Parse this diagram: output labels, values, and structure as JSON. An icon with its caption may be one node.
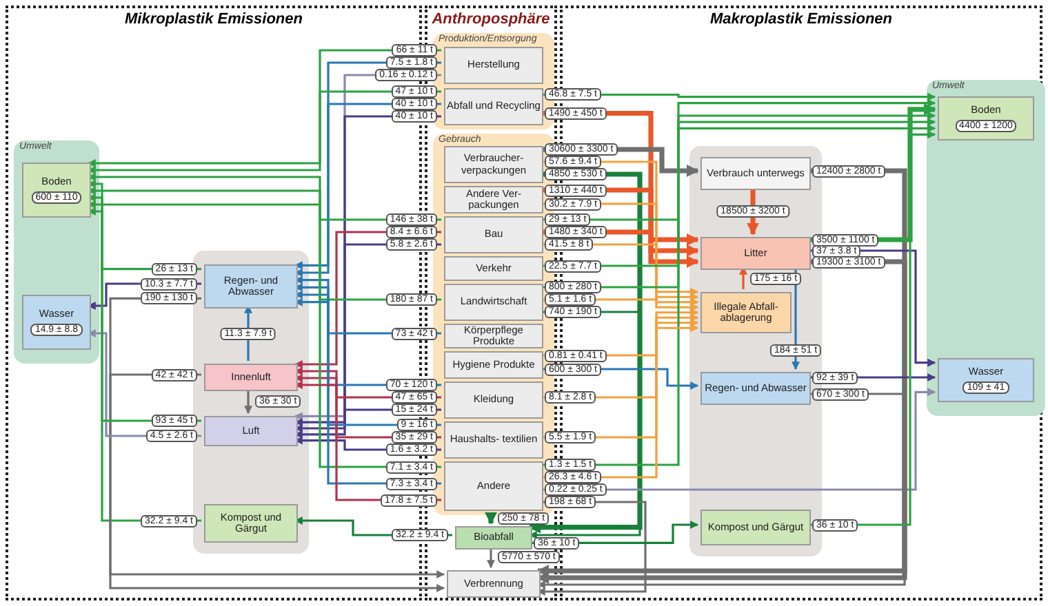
{
  "diagram": {
    "nodes": [
      {
        "text": [
          "Mikroplastik Emissionen"
        ]
      },
      {
        "text": [
          "Umwelt"
        ],
        "in": 0
      },
      {
        "text": [
          "Boden",
          "600 ± 110"
        ],
        "in": 1
      },
      {
        "text": [
          "Wasser",
          "14.9 ± 8.8"
        ],
        "in": 1
      },
      {
        "text": [],
        "shape": "box",
        "in": 0
      },
      {
        "text": [
          "Regen- und Abwasser"
        ],
        "in": 4
      },
      {
        "text": [
          "Innenluft"
        ],
        "in": 4
      },
      {
        "text": [
          "Luft"
        ],
        "in": 4
      },
      {
        "text": [
          "Kompost und Gärgut"
        ],
        "in": 4
      },
      {
        "text": [
          "Anthroposphäre"
        ]
      },
      {
        "text": [
          "Produktion/Entsorgung"
        ],
        "in": 9
      },
      {
        "text": [
          "Herstellung"
        ],
        "in": 10
      },
      {
        "text": [
          "Abfall und Recycling"
        ],
        "in": 10
      },
      {
        "text": [
          "Gebrauch"
        ],
        "in": 9
      },
      {
        "text": [
          "Verbraucher- verpackungen"
        ],
        "in": 13
      },
      {
        "text": [
          "Andere Ver- packungen"
        ],
        "in": 13
      },
      {
        "text": [
          "Bau"
        ],
        "in": 13
      },
      {
        "text": [
          "Verkehr"
        ],
        "in": 13
      },
      {
        "text": [
          "Landwirtschaft"
        ],
        "in": 13
      },
      {
        "text": [
          "Körperpflege Produkte"
        ],
        "in": 13
      },
      {
        "text": [
          "Hygiene Produkte"
        ],
        "in": 13
      },
      {
        "text": [
          "Kleidung"
        ],
        "in": 13
      },
      {
        "text": [
          "Haushalts- textilien"
        ],
        "in": 13
      },
      {
        "text": [
          "Andere"
        ],
        "in": 13
      },
      {
        "text": [
          "Bioabfall"
        ],
        "in": 9
      },
      {
        "text": [
          "Verbrennung"
        ],
        "in": 9
      },
      {
        "text": [
          "Makroplastik Emissionen"
        ]
      },
      {
        "text": [],
        "shape": "box",
        "in": 26
      },
      {
        "text": [
          "Verbrauch unterwegs"
        ],
        "in": 27
      },
      {
        "text": [
          "Litter"
        ],
        "in": 27
      },
      {
        "text": [
          "Illegale Abfall- ablagerung"
        ],
        "in": 27
      },
      {
        "text": [
          "Regen- und Abwasser"
        ],
        "in": 27
      },
      {
        "text": [
          "Kompost und Gärgut"
        ],
        "in": 27
      },
      {
        "text": [
          "Umwelt"
        ],
        "in": 26
      },
      {
        "text": [
          "Boden",
          "4400 ± 1200"
        ],
        "in": 33
      },
      {
        "text": [
          "Wasser",
          "109 ± 41"
        ],
        "in": 33
      }
    ],
    "edges": [
      {
        "from": 11,
        "to": 7,
        "arrow": "to",
        "label": "0.16 ± 0.12 t",
        "color": "#8a8aad"
      },
      {
        "from": 11,
        "to": 5,
        "arrow": "to",
        "label": "7.5 ± 1.8 t",
        "color": "#2878b5"
      },
      {
        "from": 11,
        "to": 2,
        "arrow": "to",
        "label": "66 ± 11 t"
      },
      {
        "from": 12,
        "to": 5,
        "arrow": "to",
        "label": "40 ± 10 t",
        "color": "#2878b5"
      },
      {
        "from": 12,
        "to": 7,
        "arrow": "to",
        "label": "40 ± 10 t",
        "color": "#4a3b8c"
      },
      {
        "from": 12,
        "to": 2,
        "arrow": "to",
        "label": "47 ± 10 t"
      },
      {
        "from": 12,
        "to": 29,
        "arrow": "to",
        "label": "1490 ± 450 t",
        "color": "#e8582a",
        "style": "thick"
      },
      {
        "from": 12,
        "to": 34,
        "arrow": "to",
        "label": "46.8 ± 7.5 t"
      },
      {
        "from": 14,
        "to": 28,
        "arrow": "to",
        "label": "30600 ± 3300 t",
        "color": "#6f6f6f",
        "style": "thick"
      },
      {
        "from": 14,
        "to": 24,
        "arrow": "to",
        "label": "4850 ± 530 t",
        "color": "#17813a",
        "style": "thick"
      },
      {
        "from": 14,
        "to": 30,
        "arrow": "to",
        "label": "57.6 ± 9.4 t",
        "color": "#f2a03d"
      },
      {
        "from": 15,
        "to": 29,
        "arrow": "to",
        "label": "1310 ± 440 t",
        "color": "#e8582a",
        "style": "thick"
      },
      {
        "from": 15,
        "to": 30,
        "arrow": "to",
        "label": "30.2 ± 7.9 t",
        "color": "#f2a03d"
      },
      {
        "from": 16,
        "to": 2,
        "arrow": "to",
        "label": "146 ± 38 t"
      },
      {
        "from": 16,
        "to": 6,
        "arrow": "to",
        "label": "8.4 ± 6.6 t",
        "color": "#b3334f"
      },
      {
        "from": 16,
        "to": 7,
        "arrow": "to",
        "label": "5.8 ± 2.6 t",
        "color": "#4a3b8c"
      },
      {
        "from": 16,
        "to": 34,
        "arrow": "to",
        "label": "29 ± 13 t"
      },
      {
        "from": 16,
        "to": 29,
        "arrow": "to",
        "label": "1480 ± 340 t",
        "color": "#e8582a",
        "style": "thick"
      },
      {
        "from": 16,
        "to": 30,
        "arrow": "to",
        "label": "41.5 ± 8 t",
        "color": "#f2a03d"
      },
      {
        "from": 17,
        "to": 34,
        "arrow": "to",
        "label": "22.5 ± 7.7 t"
      },
      {
        "from": 18,
        "to": 2,
        "arrow": "to",
        "label": "180 ± 87 t"
      },
      {
        "from": 18,
        "to": 34,
        "arrow": "to",
        "label": "800 ± 280 t"
      },
      {
        "from": 18,
        "to": 30,
        "arrow": "to",
        "label": "5.1 ± 1.6 t",
        "color": "#f2a03d"
      },
      {
        "from": 18,
        "to": 24,
        "arrow": "to",
        "label": "740 ± 190 t",
        "color": "#17813a"
      },
      {
        "from": 19,
        "to": 5,
        "arrow": "to",
        "label": "73 ± 42 t",
        "color": "#2878b5"
      },
      {
        "from": 20,
        "to": 30,
        "arrow": "to",
        "label": "0.81 ± 0.41 t",
        "color": "#f2a03d"
      },
      {
        "from": 20,
        "to": 31,
        "arrow": "to",
        "label": "600 ± 300 t",
        "color": "#2878b5"
      },
      {
        "from": 21,
        "to": 5,
        "arrow": "to",
        "label": "70 ± 120 t",
        "color": "#2878b5"
      },
      {
        "from": 21,
        "to": 6,
        "arrow": "to",
        "label": "47 ± 65 t",
        "color": "#b3334f"
      },
      {
        "from": 21,
        "to": 7,
        "arrow": "to",
        "label": "15 ± 24 t",
        "color": "#4a3b8c"
      },
      {
        "from": 21,
        "to": 30,
        "arrow": "to",
        "label": "8.1 ± 2.8 t",
        "color": "#f2a03d"
      },
      {
        "from": 22,
        "to": 5,
        "arrow": "to",
        "label": "9 ± 16 t",
        "color": "#2878b5"
      },
      {
        "from": 22,
        "to": 6,
        "arrow": "to",
        "label": "35 ± 29 t",
        "color": "#b3334f"
      },
      {
        "from": 22,
        "to": 7,
        "arrow": "to",
        "label": "1.6 ± 3.2 t",
        "color": "#4a3b8c"
      },
      {
        "from": 22,
        "to": 30,
        "arrow": "to",
        "label": "5.5 ± 1.9 t",
        "color": "#f2a03d"
      },
      {
        "from": 23,
        "to": 2,
        "arrow": "to",
        "label": "7.1 ± 3.4 t"
      },
      {
        "from": 23,
        "to": 5,
        "arrow": "to",
        "label": "7.3 ± 3.4 t",
        "color": "#2878b5"
      },
      {
        "from": 23,
        "to": 6,
        "arrow": "to",
        "label": "17.8 ± 7.5 t",
        "color": "#b3334f"
      },
      {
        "from": 23,
        "to": 34,
        "arrow": "to",
        "label": "1.3 ± 1.5 t"
      },
      {
        "from": 23,
        "to": 30,
        "arrow": "to",
        "label": "26.3 ± 4.6 t",
        "color": "#f2a03d"
      },
      {
        "from": 23,
        "to": 25,
        "arrow": "to",
        "label": "198 ± 68 t",
        "color": "#6f6f6f"
      },
      {
        "from": 23,
        "to": 35,
        "arrow": "to",
        "label": "0.22 ± 0.25 t",
        "color": "#8a8aad"
      },
      {
        "from": 13,
        "to": 24,
        "arrow": "to",
        "label": "250 ± 78 t",
        "color": "#17813a",
        "style": "thick"
      },
      {
        "from": 24,
        "to": 8,
        "arrow": "to",
        "label": "32.2 ± 9.4 t",
        "color": "#17813a"
      },
      {
        "from": 24,
        "to": 32,
        "arrow": "to",
        "label": "36 ± 10 t",
        "color": "#17813a"
      },
      {
        "from": 24,
        "to": 25,
        "arrow": "to",
        "label": "5770 ± 570 t",
        "color": "#6f6f6f"
      },
      {
        "from": 8,
        "to": 2,
        "arrow": "to",
        "label": "32.2 ± 9.4 t"
      },
      {
        "from": 5,
        "to": 2,
        "arrow": "to",
        "label": "26 ± 13 t"
      },
      {
        "from": 5,
        "to": 3,
        "arrow": "to",
        "label": "10.3 ± 7.7 t",
        "color": "#4a3b8c"
      },
      {
        "from": 5,
        "to": 25,
        "arrow": "to",
        "label": "190 ± 130 t",
        "color": "#6f6f6f"
      },
      {
        "from": 6,
        "to": 5,
        "arrow": "to",
        "label": "11.3 ± 7.9 t",
        "color": "#2878b5"
      },
      {
        "from": 6,
        "to": 7,
        "arrow": "to",
        "label": "36 ± 30 t",
        "color": "#6f6f6f"
      },
      {
        "from": 6,
        "to": 25,
        "arrow": "to",
        "label": "42 ± 42 t",
        "color": "#6f6f6f"
      },
      {
        "from": 7,
        "to": 3,
        "arrow": "to",
        "label": "4.5 ± 2.6 t",
        "color": "#8a8aad"
      },
      {
        "from": 7,
        "to": 2,
        "arrow": "to",
        "label": "93 ± 45 t"
      },
      {
        "from": 28,
        "to": 25,
        "arrow": "to",
        "label": "12400 ± 2800 t",
        "color": "#6f6f6f",
        "style": "thick"
      },
      {
        "from": 28,
        "to": 29,
        "arrow": "to",
        "label": "18500 ± 3200 t",
        "color": "#e8582a",
        "style": "thick"
      },
      {
        "from": 29,
        "to": 34,
        "arrow": "to",
        "label": "3500 ± 1100 t",
        "style": "thick"
      },
      {
        "from": 29,
        "to": 35,
        "arrow": "to",
        "label": "37 ± 3.8 t",
        "color": "#4a3b8c"
      },
      {
        "from": 29,
        "to": 25,
        "arrow": "to",
        "label": "19300 ± 3100 t",
        "color": "#6f6f6f",
        "style": "thick"
      },
      {
        "from": 29,
        "to": 31,
        "arrow": "to",
        "label": "184 ± 51 t",
        "color": "#2878b5"
      },
      {
        "from": 30,
        "to": 29,
        "arrow": "to",
        "label": "175 ± 16 t",
        "color": "#e8582a"
      },
      {
        "from": 31,
        "to": 35,
        "arrow": "to",
        "label": "92 ± 39 t",
        "color": "#4a3b8c"
      },
      {
        "from": 31,
        "to": 25,
        "arrow": "to",
        "label": "670 ± 300 t",
        "color": "#6f6f6f"
      },
      {
        "from": 32,
        "to": 34,
        "arrow": "to",
        "label": "36 ± 10 t"
      }
    ]
  }
}
